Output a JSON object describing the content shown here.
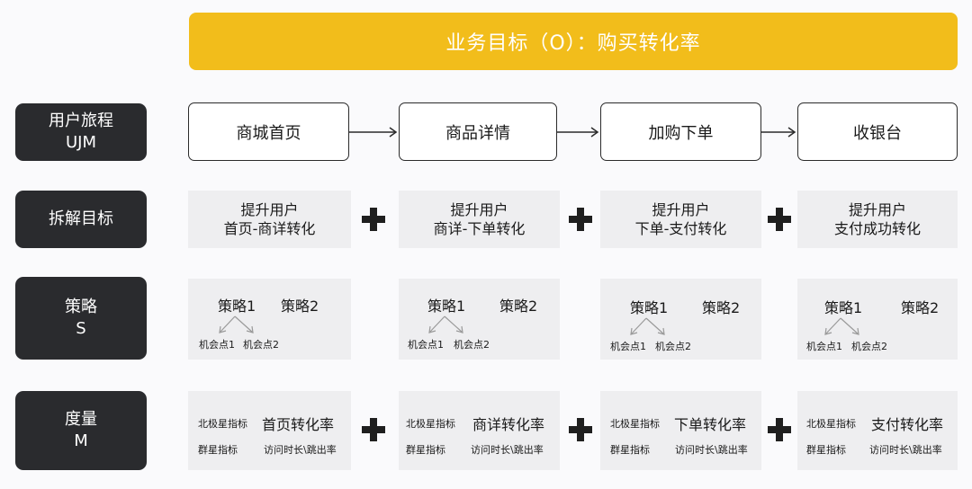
{
  "objective": "业务目标（O）：购买转化率",
  "rows": {
    "ujm": [
      "用户旅程",
      "UJM"
    ],
    "goal": [
      "拆解目标"
    ],
    "strategy": [
      "策略",
      "S"
    ],
    "measure": [
      "度量",
      "M"
    ]
  },
  "journey": [
    "商城首页",
    "商品详情",
    "加购下单",
    "收银台"
  ],
  "goals": [
    [
      "提升用户",
      "首页-商详转化"
    ],
    [
      "提升用户",
      "商详-下单转化"
    ],
    [
      "提升用户",
      "下单-支付转化"
    ],
    [
      "提升用户",
      "支付成功转化"
    ]
  ],
  "strategies": {
    "s1": "策略1",
    "s2": "策略2",
    "p1": "机会点1",
    "p2": "机会点2"
  },
  "measures": {
    "north_star": "北极星指标",
    "group_star": "群星指标",
    "visit": "访问时长\\跳出率",
    "rates": [
      "首页转化率",
      "商详转化率",
      "下单转化率",
      "支付转化率"
    ]
  }
}
